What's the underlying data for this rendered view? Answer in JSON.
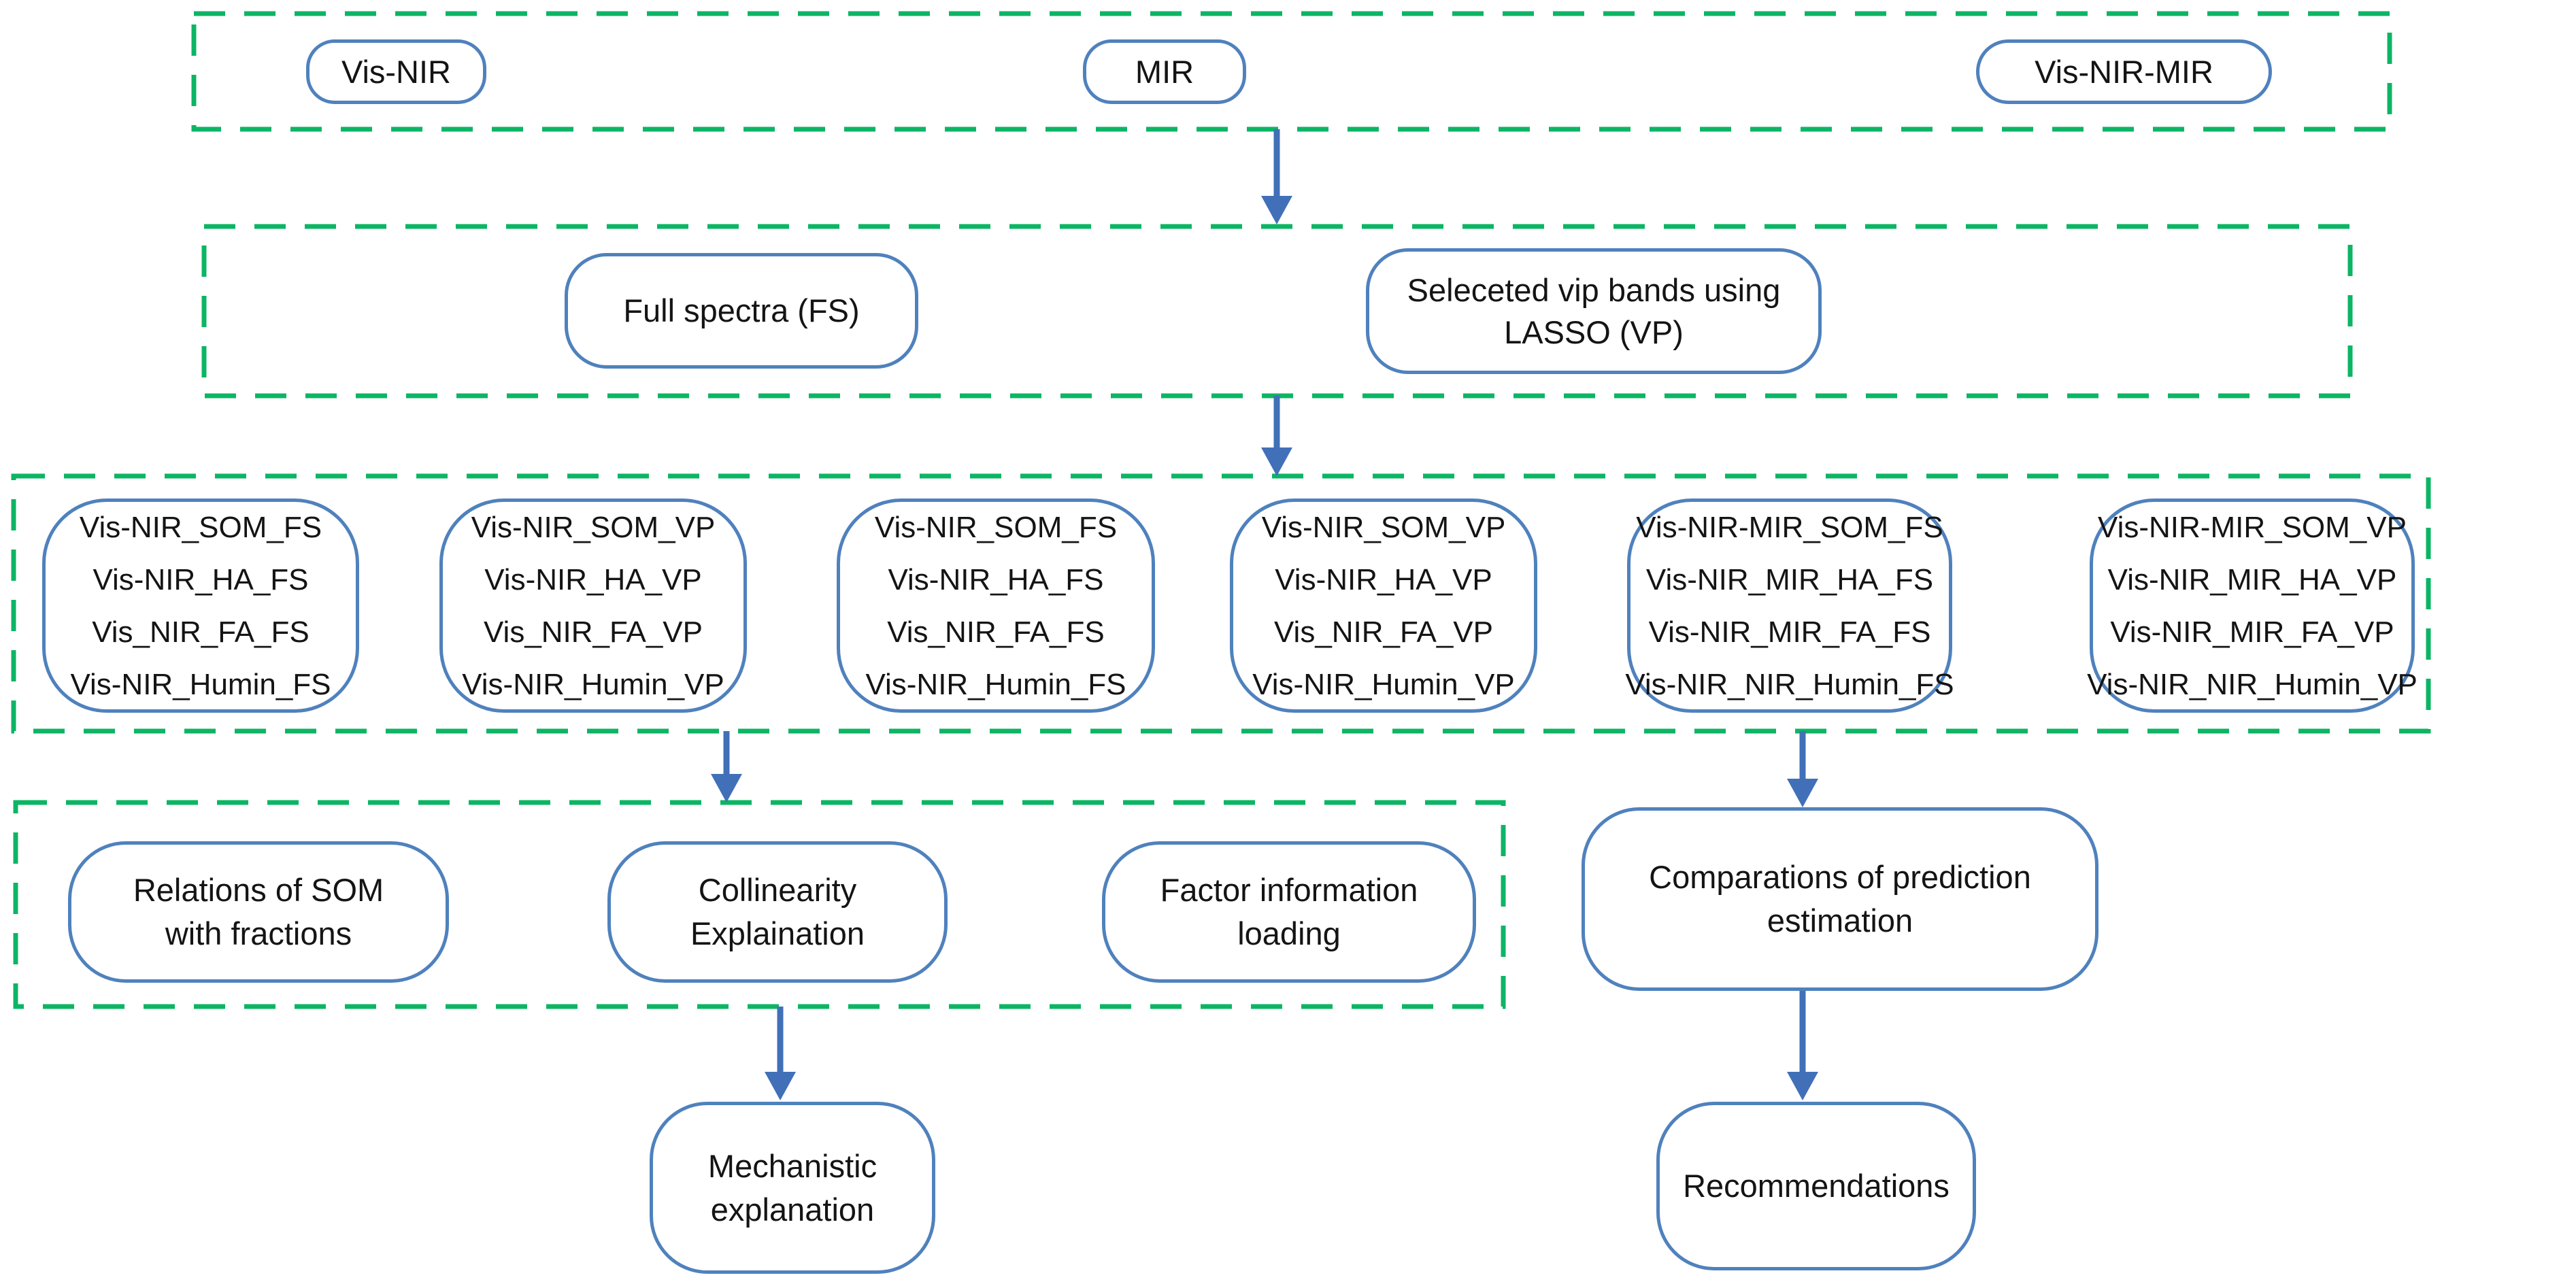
{
  "colors": {
    "box_border": "#4f81bd",
    "arrow_blue": "#4170b8",
    "group_dash_green": "#0cb564",
    "text": "#141414",
    "background": "#ffffff"
  },
  "sensors_row": {
    "items": [
      "Vis-NIR",
      "MIR",
      "Vis-NIR-MIR"
    ]
  },
  "spectra_row": {
    "full_spectra": {
      "lines": [
        "Full spectra (FS)"
      ]
    },
    "vip_bands": {
      "lines": [
        "Seleceted vip bands using",
        "LASSO (VP)"
      ]
    }
  },
  "model_row": {
    "boxes": [
      {
        "lines": [
          "Vis-NIR_SOM_FS",
          "Vis-NIR_HA_FS",
          "Vis_NIR_FA_FS",
          "Vis-NIR_Humin_FS"
        ]
      },
      {
        "lines": [
          "Vis-NIR_SOM_VP",
          "Vis-NIR_HA_VP",
          "Vis_NIR_FA_VP",
          "Vis-NIR_Humin_VP"
        ]
      },
      {
        "lines": [
          "Vis-NIR_SOM_FS",
          "Vis-NIR_HA_FS",
          "Vis_NIR_FA_FS",
          "Vis-NIR_Humin_FS"
        ]
      },
      {
        "lines": [
          "Vis-NIR_SOM_VP",
          "Vis-NIR_HA_VP",
          "Vis_NIR_FA_VP",
          "Vis-NIR_Humin_VP"
        ]
      },
      {
        "lines": [
          "Vis-NIR-MIR_SOM_FS",
          "Vis-NIR_MIR_HA_FS",
          "Vis-NIR_MIR_FA_FS",
          "Vis-NIR_NIR_Humin_FS"
        ]
      },
      {
        "lines": [
          "Vis-NIR-MIR_SOM_VP",
          "Vis-NIR_MIR_HA_VP",
          "Vis-NIR_MIR_FA_VP",
          "Vis-NIR_NIR_Humin_VP"
        ]
      }
    ]
  },
  "analysis_row": {
    "relations": {
      "lines": [
        "Relations of SOM",
        "with fractions"
      ]
    },
    "collinearity": {
      "lines": [
        "Collinearity",
        "Explaination"
      ]
    },
    "factor_loading": {
      "lines": [
        "Factor information",
        "loading"
      ]
    },
    "comparations": {
      "lines": [
        "Comparations of prediction",
        "estimation"
      ]
    }
  },
  "outcome_row": {
    "mechanistic": {
      "lines": [
        "Mechanistic",
        "explanation"
      ]
    },
    "recommendations": {
      "lines": [
        "Recommendations"
      ]
    }
  }
}
